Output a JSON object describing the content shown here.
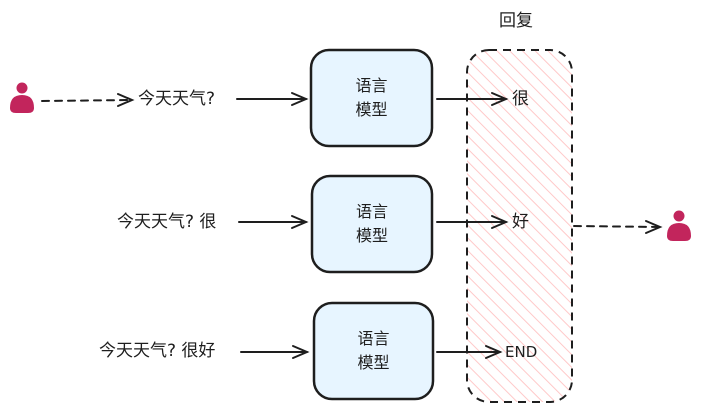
{
  "header": {
    "reply_title": "回复"
  },
  "model": {
    "line1": "语言",
    "line2": "模型"
  },
  "steps": [
    {
      "input": "今天天气?",
      "output": "很"
    },
    {
      "input": "今天天气? 很",
      "output": "好"
    },
    {
      "input": "今天天气? 很好",
      "output": "END"
    }
  ],
  "colors": {
    "stroke": "#1e1e1e",
    "box_fill": "#e7f5ff",
    "user": "#c2255c",
    "hatch": "#ffc9c9"
  },
  "icons": {
    "user_left": "user-icon",
    "user_right": "user-icon"
  }
}
